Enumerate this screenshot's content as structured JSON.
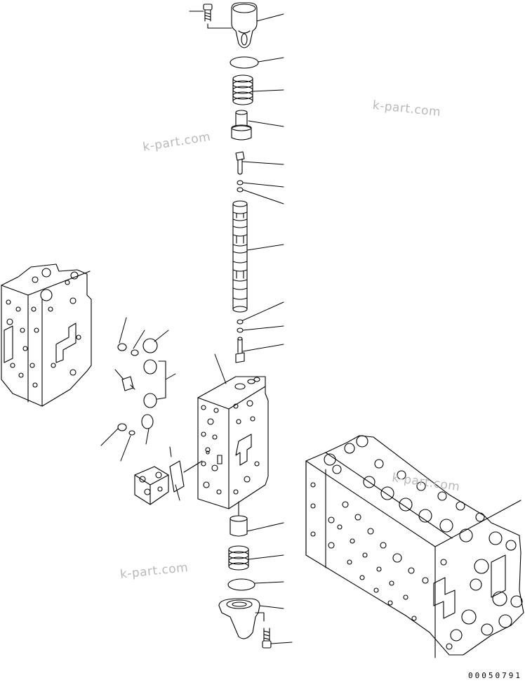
{
  "watermarks": [
    "k-part.com",
    "k-part.com",
    "k-part.com",
    "k-part.com"
  ],
  "figure_code": "00050791",
  "colors": {
    "line": "#000000",
    "background": "#ffffff",
    "watermark": "#b9b9b9"
  }
}
